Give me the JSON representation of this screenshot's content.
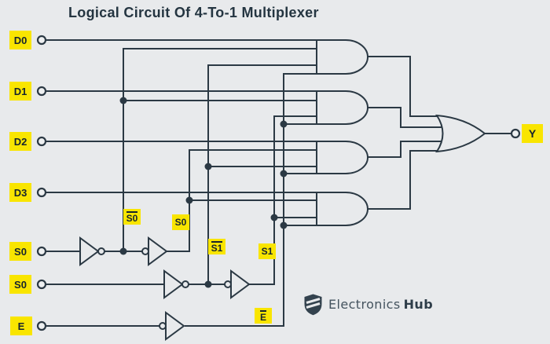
{
  "title": "Logical Circuit Of 4-To-1 Multiplexer",
  "colors": {
    "background": "#e8eaec",
    "wire": "#2b3944",
    "highlight_yellow": "#f9e500",
    "label_text": "#16242e"
  },
  "inputs": [
    {
      "label": "D0"
    },
    {
      "label": "D1"
    },
    {
      "label": "D2"
    },
    {
      "label": "D3"
    },
    {
      "label": "S0"
    },
    {
      "label": "S0"
    },
    {
      "label": "E"
    }
  ],
  "signal_taps": [
    {
      "label": "S0",
      "overline": true
    },
    {
      "label": "S0",
      "overline": false
    },
    {
      "label": "S1",
      "overline": true
    },
    {
      "label": "S1",
      "overline": false
    },
    {
      "label": "E",
      "overline": true
    }
  ],
  "output": {
    "label": "Y"
  },
  "circuit": {
    "not_gates": [
      {
        "id": "not-1",
        "input": "S0",
        "output": "S0_bar"
      },
      {
        "id": "not-2",
        "input": "S0_bar",
        "output": "S0"
      },
      {
        "id": "not-3",
        "input": "S0(row2)",
        "output": "S1_bar"
      },
      {
        "id": "not-4",
        "input": "S1_bar",
        "output": "S1"
      },
      {
        "id": "not-5",
        "input": "E",
        "output": "E_bar"
      }
    ],
    "and_gates": [
      {
        "id": "and-1",
        "inputs": [
          "D0",
          "S0_bar",
          "S1_bar",
          "E_bar"
        ]
      },
      {
        "id": "and-2",
        "inputs": [
          "D1",
          "S0_bar",
          "S1",
          "E_bar"
        ]
      },
      {
        "id": "and-3",
        "inputs": [
          "D2",
          "S0",
          "S1_bar",
          "E_bar"
        ]
      },
      {
        "id": "and-4",
        "inputs": [
          "D3",
          "S0",
          "S1",
          "E_bar"
        ]
      }
    ],
    "or_gate": {
      "inputs": [
        "and-1",
        "and-2",
        "and-3",
        "and-4"
      ],
      "output": "Y"
    }
  },
  "logo": {
    "brand": "Electronics",
    "brand_bold": "Hub"
  }
}
